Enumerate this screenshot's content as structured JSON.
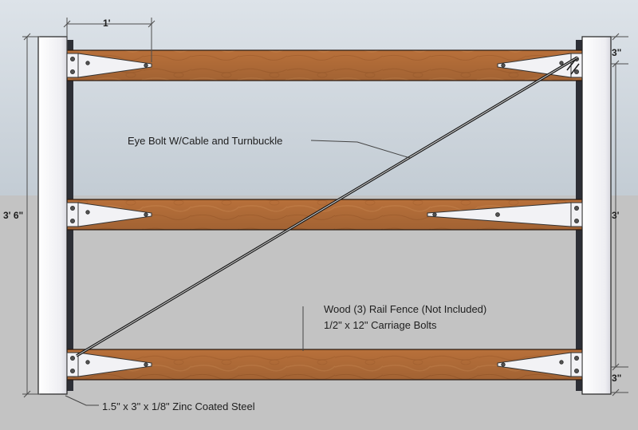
{
  "labels": {
    "cable": "Eye Bolt W/Cable and Turnbuckle",
    "rails": "Wood (3) Rail Fence (Not Included)",
    "bolts": "1/2\" x 12\" Carriage Bolts",
    "steel": "1.5\" x 3\" x 1/8\" Zinc Coated Steel"
  },
  "dimensions": {
    "top_width": "1'",
    "overall_height": "3' 6\"",
    "right_height": "3'",
    "top_offset": "3\"",
    "bottom_offset": "3\""
  },
  "colors": {
    "sky": "#c8d2da",
    "ground": "#c2c2c2",
    "wood": "#b8703a",
    "post": "#f3f3f6",
    "hinge": "#f0f0f4",
    "dim_line": "#555555"
  }
}
